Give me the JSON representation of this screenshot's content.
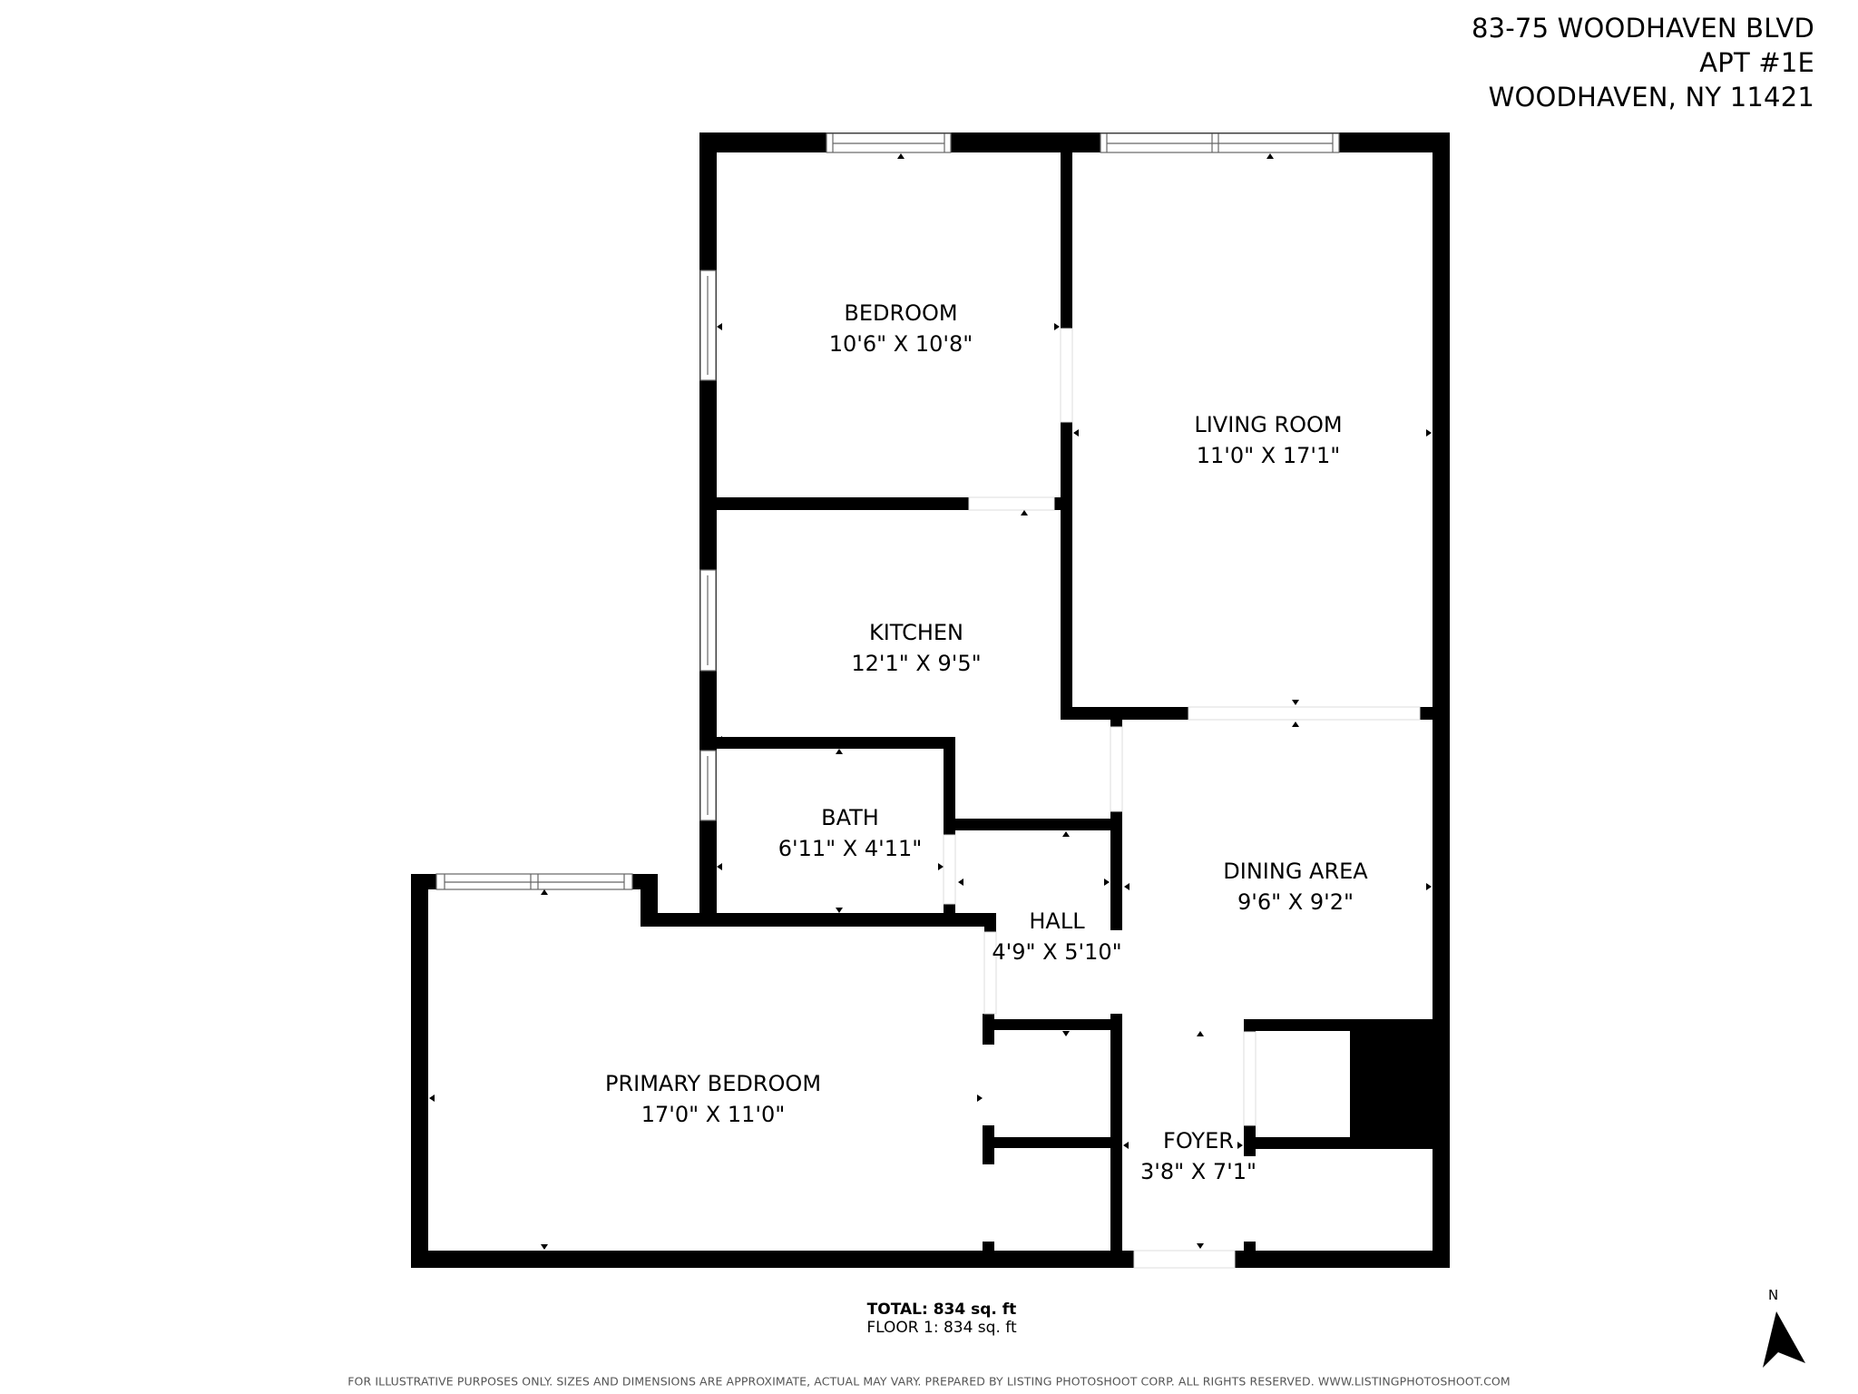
{
  "address": {
    "line1": "83-75 WOODHAVEN BLVD",
    "line2": "APT #1E",
    "line3": "WOODHAVEN, NY 11421"
  },
  "rooms": {
    "bedroom": {
      "name": "BEDROOM",
      "dims": "10'6\" X 10'8\""
    },
    "living_room": {
      "name": "LIVING ROOM",
      "dims": "11'0\" X 17'1\""
    },
    "kitchen": {
      "name": "KITCHEN",
      "dims": "12'1\" X 9'5\""
    },
    "bath": {
      "name": "BATH",
      "dims": "6'11\" X 4'11\""
    },
    "dining_area": {
      "name": "DINING AREA",
      "dims": "9'6\" X 9'2\""
    },
    "hall": {
      "name": "HALL",
      "dims": "4'9\" X 5'10\""
    },
    "primary_bedroom": {
      "name": "PRIMARY BEDROOM",
      "dims": "17'0\" X 11'0\""
    },
    "foyer": {
      "name": "FOYER",
      "dims": "3'8\" X 7'1\""
    }
  },
  "totals": {
    "total": "TOTAL: 834 sq. ft",
    "floor1": "FLOOR 1: 834 sq. ft"
  },
  "disclaimer": "FOR ILLUSTRATIVE PURPOSES ONLY. SIZES AND DIMENSIONS ARE APPROXIMATE, ACTUAL MAY VARY. PREPARED BY LISTING PHOTOSHOOT CORP. ALL RIGHTS RESERVED. WWW.LISTINGPHOTOSHOOT.COM",
  "compass": {
    "label": "N",
    "icon": "north-arrow-icon"
  },
  "colors": {
    "wall": "#000000",
    "background": "#ffffff",
    "window_line": "#777777",
    "disclaimer": "#555555"
  }
}
